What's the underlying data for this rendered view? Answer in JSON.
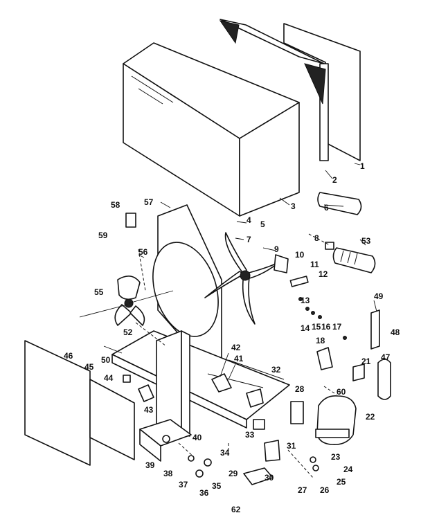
{
  "callouts": [
    "1",
    "2",
    "3",
    "5",
    "6",
    "4",
    "7",
    "9",
    "10",
    "8",
    "53",
    "11",
    "12",
    "13",
    "14",
    "15",
    "16",
    "17",
    "18",
    "21",
    "49",
    "48",
    "47",
    "50",
    "58",
    "59",
    "57",
    "56",
    "55",
    "52",
    "46",
    "45",
    "44",
    "42",
    "41",
    "32",
    "43",
    "28",
    "60",
    "22",
    "40",
    "39",
    "38",
    "37",
    "36",
    "35",
    "34",
    "29",
    "33",
    "31",
    "23",
    "24",
    "25",
    "26",
    "27",
    "62",
    "30"
  ]
}
